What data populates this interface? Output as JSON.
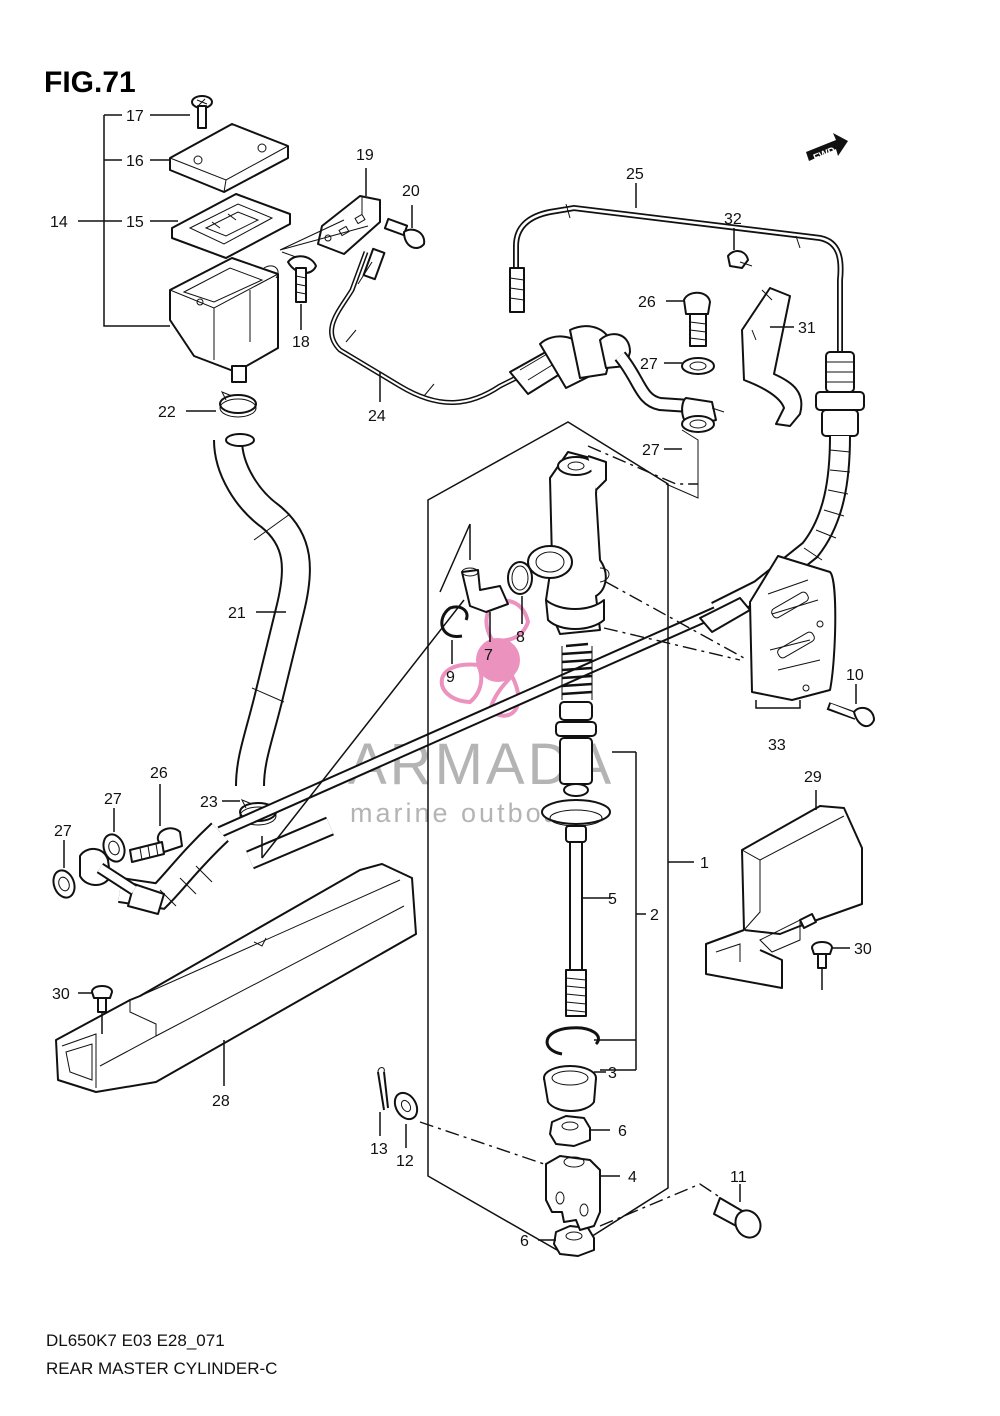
{
  "figure": {
    "title": "FIG.71",
    "code": "DL650K7 E03 E28_071",
    "name": "REAR MASTER CYLINDER-C"
  },
  "watermark": {
    "brand": "ARMADA",
    "tagline": "marine outboards",
    "color": "#e87fb5"
  },
  "direction_badge": "FWD",
  "callouts": [
    {
      "id": "1",
      "text": "1"
    },
    {
      "id": "2",
      "text": "2"
    },
    {
      "id": "3",
      "text": "3"
    },
    {
      "id": "4",
      "text": "4"
    },
    {
      "id": "5",
      "text": "5"
    },
    {
      "id": "6a",
      "text": "6"
    },
    {
      "id": "6b",
      "text": "6"
    },
    {
      "id": "7",
      "text": "7"
    },
    {
      "id": "8",
      "text": "8"
    },
    {
      "id": "9",
      "text": "9"
    },
    {
      "id": "10",
      "text": "10"
    },
    {
      "id": "11",
      "text": "11"
    },
    {
      "id": "12",
      "text": "12"
    },
    {
      "id": "13",
      "text": "13"
    },
    {
      "id": "14",
      "text": "14"
    },
    {
      "id": "15",
      "text": "15"
    },
    {
      "id": "16",
      "text": "16"
    },
    {
      "id": "17",
      "text": "17"
    },
    {
      "id": "18",
      "text": "18"
    },
    {
      "id": "19",
      "text": "19"
    },
    {
      "id": "20",
      "text": "20"
    },
    {
      "id": "21",
      "text": "21"
    },
    {
      "id": "22",
      "text": "22"
    },
    {
      "id": "23",
      "text": "23"
    },
    {
      "id": "24",
      "text": "24"
    },
    {
      "id": "25",
      "text": "25"
    },
    {
      "id": "26a",
      "text": "26"
    },
    {
      "id": "26b",
      "text": "26"
    },
    {
      "id": "27a",
      "text": "27"
    },
    {
      "id": "27b",
      "text": "27"
    },
    {
      "id": "27c",
      "text": "27"
    },
    {
      "id": "27d",
      "text": "27"
    },
    {
      "id": "28",
      "text": "28"
    },
    {
      "id": "29",
      "text": "29"
    },
    {
      "id": "30a",
      "text": "30"
    },
    {
      "id": "30b",
      "text": "30"
    },
    {
      "id": "31",
      "text": "31"
    },
    {
      "id": "32",
      "text": "32"
    },
    {
      "id": "33",
      "text": "33"
    }
  ]
}
